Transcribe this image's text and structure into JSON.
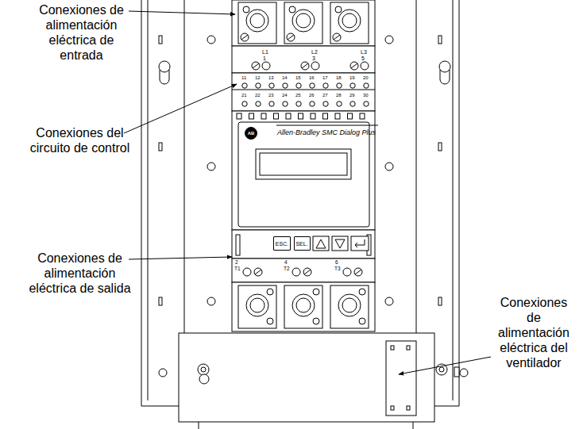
{
  "diagram": {
    "nodes": [
      {
        "text": [
          "AB"
        ]
      },
      {
        "text": [
          "ESC."
        ]
      },
      {
        "text": [
          "SEL."
        ]
      }
    ],
    "labels": [
      "Conexiones de alimentación eléctrica de entrada",
      "Conexiones del circuito de control",
      "Conexiones de alimentación eléctrica de salida",
      "Conexiones de alimentación eléctrica del ventilador",
      "Allen-Bradley SMC Dialog Plus",
      "L1",
      "1",
      "L2",
      "3",
      "L3",
      "5",
      "11",
      "12",
      "13",
      "14",
      "15",
      "16",
      "17",
      "18",
      "19",
      "20",
      "21",
      "22",
      "23",
      "24",
      "25",
      "26",
      "27",
      "28",
      "29",
      "30",
      "2",
      "T1",
      "4",
      "T2",
      "6",
      "T3"
    ]
  }
}
